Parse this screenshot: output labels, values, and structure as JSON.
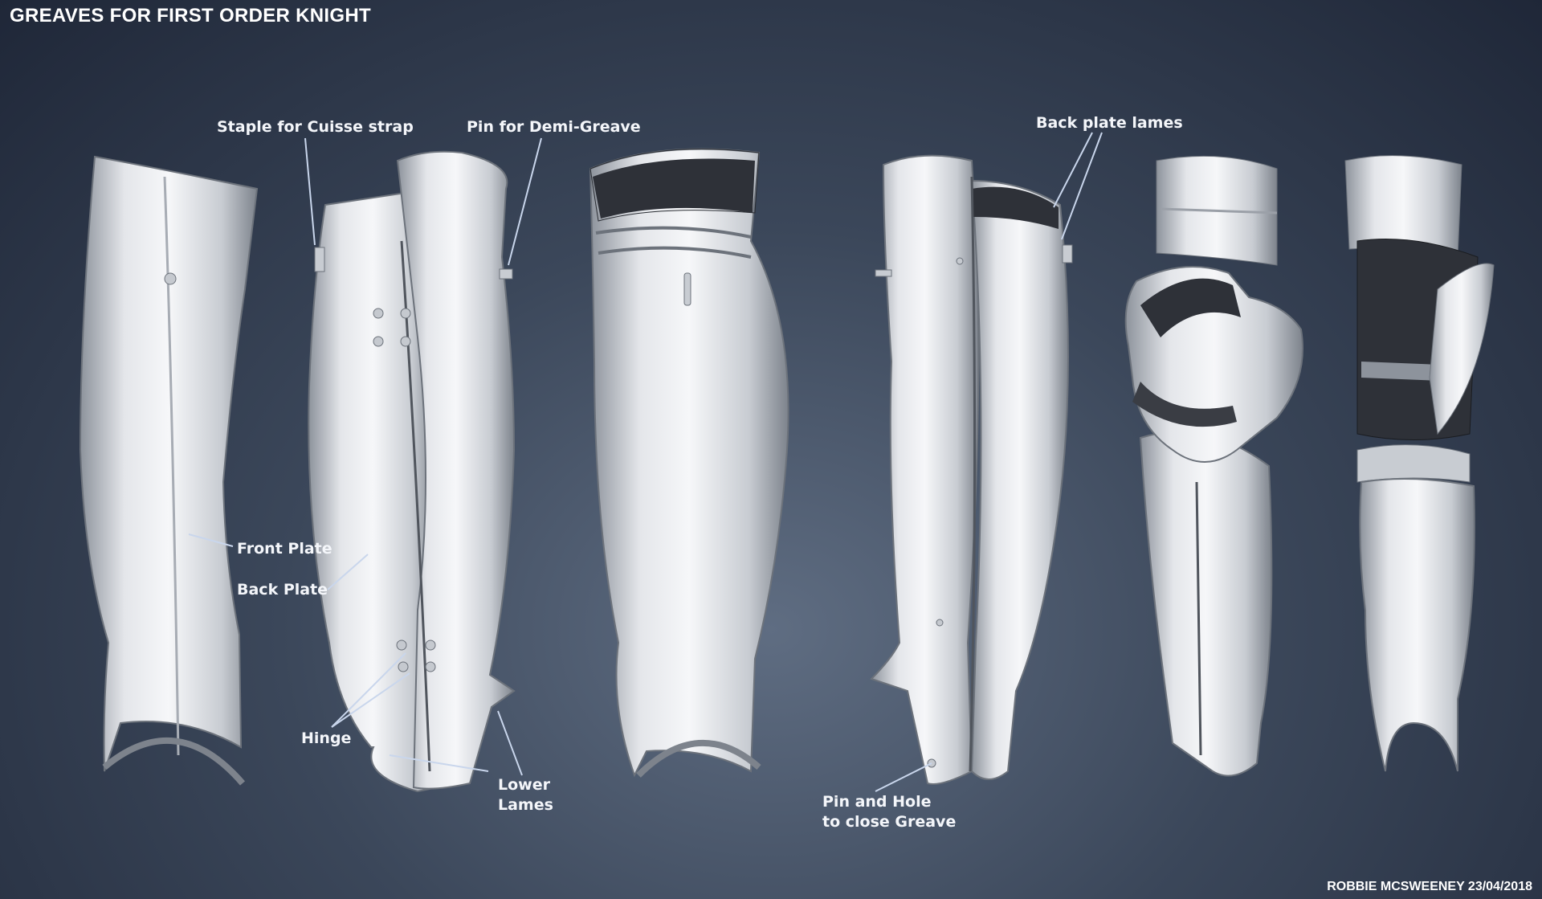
{
  "title": "GREAVES FOR FIRST ORDER KNIGHT",
  "credit": "ROBBIE MCSWEENEY 23/04/2018",
  "labels": {
    "staple": "Staple for Cuisse strap",
    "pin_demi": "Pin for Demi-Greave",
    "back_lames": "Back plate lames",
    "front_plate": "Front Plate",
    "back_plate": "Back Plate",
    "hinge": "Hinge",
    "lower_lames": "Lower\nLames",
    "pin_hole": "Pin and Hole\nto close Greave"
  },
  "colors": {
    "background_dark": "#1f2738",
    "background_light": "#5f6d82",
    "metal": "#d9dbdf",
    "label_text": "#f4f6fa"
  }
}
